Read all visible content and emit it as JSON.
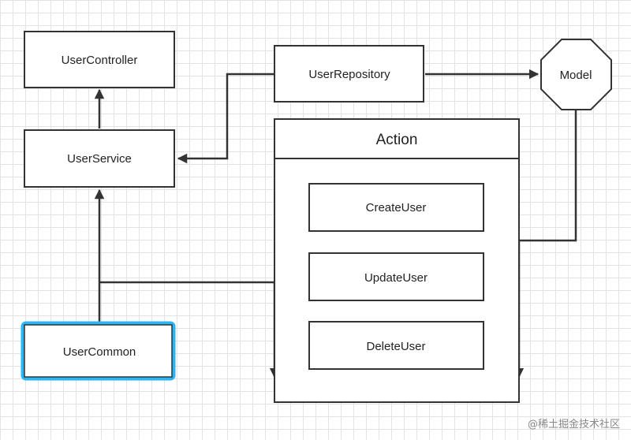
{
  "diagram": {
    "nodes": {
      "user_controller": "UserController",
      "user_service": "UserService",
      "user_repository": "UserRepository",
      "model": "Model",
      "action": "Action",
      "create_user": "CreateUser",
      "update_user": "UpdateUser",
      "delete_user": "DeleteUser",
      "user_common": "UserCommon"
    },
    "colors": {
      "line": "#333333",
      "highlight": "#29b6f6"
    }
  },
  "watermark": "@稀土掘金技术社区"
}
